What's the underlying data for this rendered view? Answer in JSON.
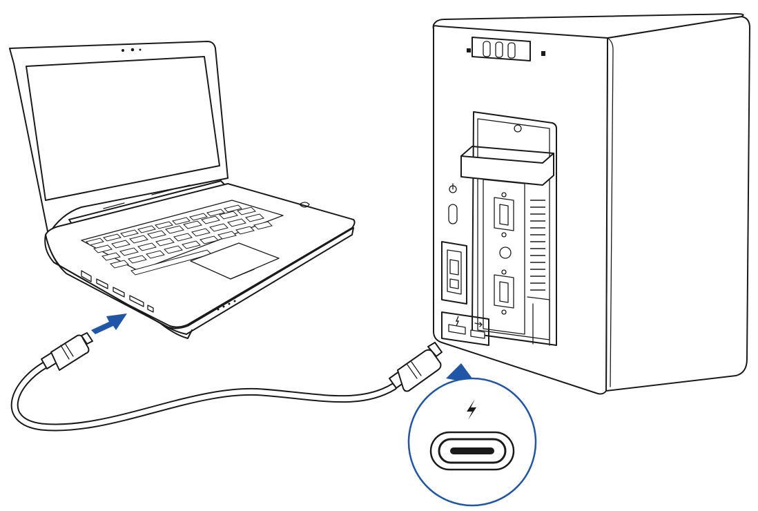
{
  "diagram": {
    "caption": "",
    "devices": {
      "laptop": "laptop-illustration",
      "dock": "external-gpu-enclosure-illustration",
      "cable": "usb-c-cable"
    },
    "icons": {
      "port_symbol": "thunderbolt-icon",
      "connector": "usb-c-port-icon"
    },
    "colors": {
      "accent_arrow": "#1f56a8",
      "callout_ring": "#1f56a8",
      "line_art": "#1a1a1a",
      "background": "#ffffff"
    }
  }
}
